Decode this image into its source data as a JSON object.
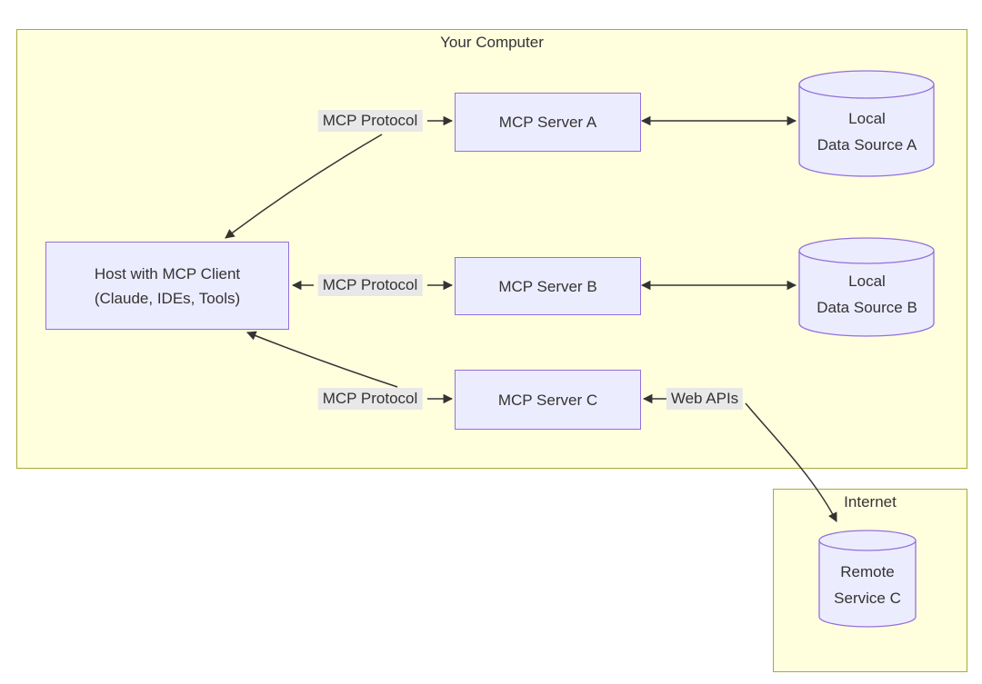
{
  "diagram": {
    "clusters": {
      "your_computer": {
        "label": "Your Computer"
      },
      "internet": {
        "label": "Internet"
      }
    },
    "nodes": {
      "host": {
        "line1": "Host with MCP Client",
        "line2": "(Claude, IDEs, Tools)"
      },
      "server_a": {
        "label": "MCP Server A"
      },
      "server_b": {
        "label": "MCP Server B"
      },
      "server_c": {
        "label": "MCP Server C"
      },
      "data_source_a": {
        "line1": "Local",
        "line2": "Data Source A"
      },
      "data_source_b": {
        "line1": "Local",
        "line2": "Data Source B"
      },
      "remote_service_c": {
        "line1": "Remote",
        "line2": "Service C"
      }
    },
    "edge_labels": {
      "edge_a": "MCP Protocol",
      "edge_b": "MCP Protocol",
      "edge_c": "MCP Protocol",
      "web_apis": "Web APIs"
    },
    "colors": {
      "node_fill": "#ECECFF",
      "node_border": "#9370DB",
      "cluster_fill": "#ffffde",
      "cluster_border": "#aaaa33",
      "edge": "#333333",
      "label_bg": "#e8e8e8",
      "text": "#333333",
      "page_bg": "#ffffff"
    }
  }
}
